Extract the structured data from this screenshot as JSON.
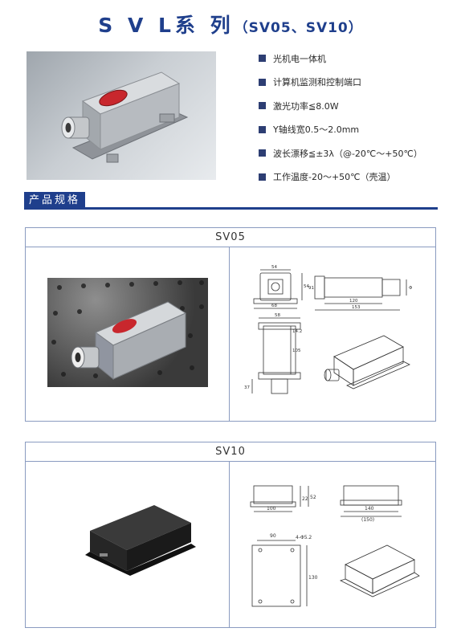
{
  "header": {
    "title_main": "S V L系 列",
    "title_sub": "（SV05、SV10）"
  },
  "features": [
    "光机电一体机",
    "计算机监测和控制端口",
    "激光功率≦8.0W",
    "Y轴线宽0.5～2.0mm",
    "波长漂移≦±3λ（@-20℃～+50℃）",
    "工作温度-20～+50℃（壳温）"
  ],
  "section": {
    "label": "产品规格"
  },
  "sv05": {
    "title": "SV05",
    "dims": {
      "w54": "54",
      "w68": "68",
      "h54": "54",
      "l120": "120",
      "l153": "153",
      "d91": "91",
      "w58": "58",
      "l105": "105",
      "l37": "37",
      "h14": "14.2",
      "phi": "Φ"
    }
  },
  "sv10": {
    "title": "SV10",
    "dims": {
      "w100": "100",
      "h22": "22",
      "h52": "52",
      "l140": "140",
      "l150": "(150)",
      "w90": "90",
      "hole": "4-Φ5.2",
      "h130": "130"
    }
  },
  "colors": {
    "brand_blue": "#1f3f8c",
    "box_border": "#8a9bc0",
    "laser_label": "#c8272d"
  }
}
